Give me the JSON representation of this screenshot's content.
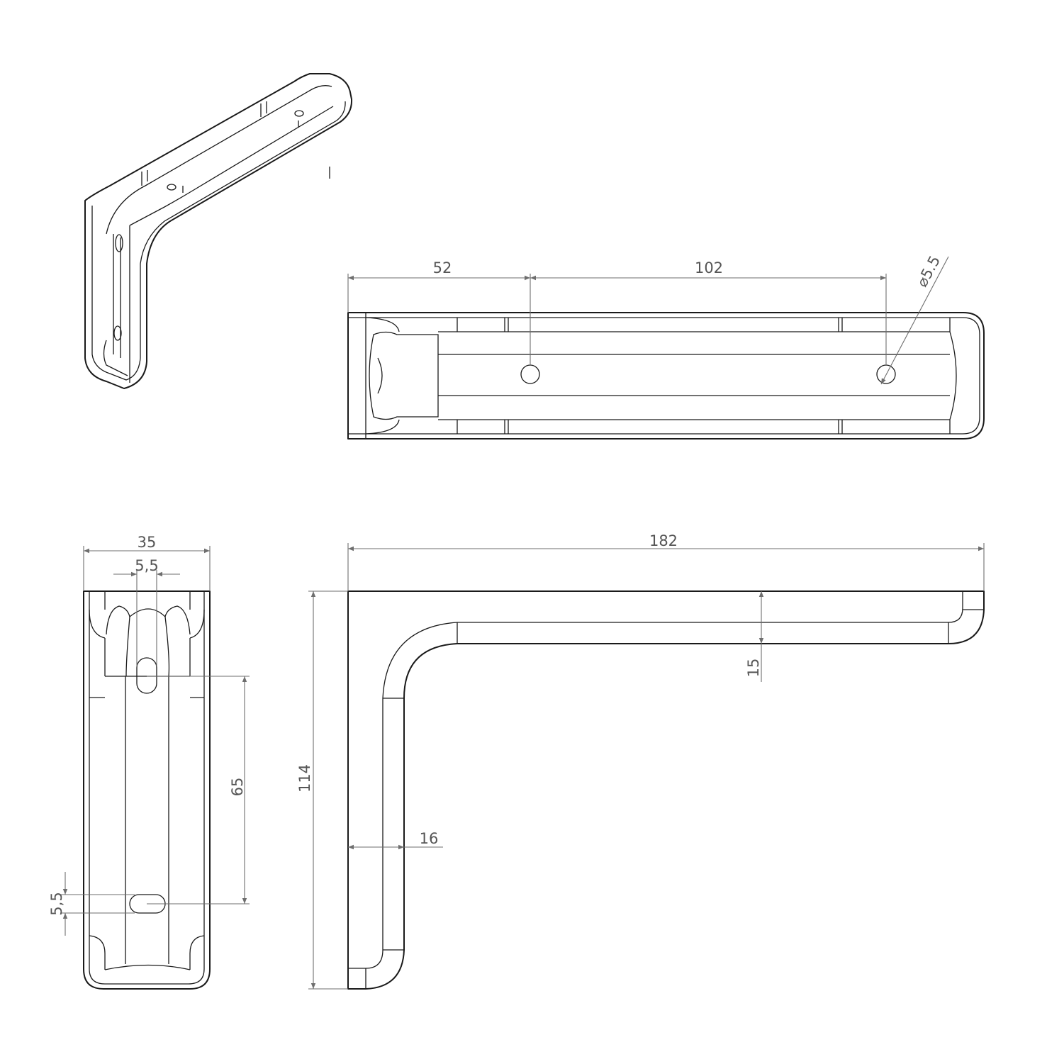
{
  "dimensions": {
    "top_left_span": "52",
    "top_hole_spacing": "102",
    "top_hole_diameter": "⌀5.5",
    "front_width": "35",
    "front_slot_width": "5,5",
    "front_slot_spacing": "65",
    "front_slot_height": "5,5",
    "side_length": "182",
    "side_height": "114",
    "side_flange_thickness": "15",
    "side_leg_thickness": "16"
  },
  "colors": {
    "part_lines": "#1a1a1a",
    "dimension_lines": "#6e6e6e",
    "background": "#ffffff"
  }
}
